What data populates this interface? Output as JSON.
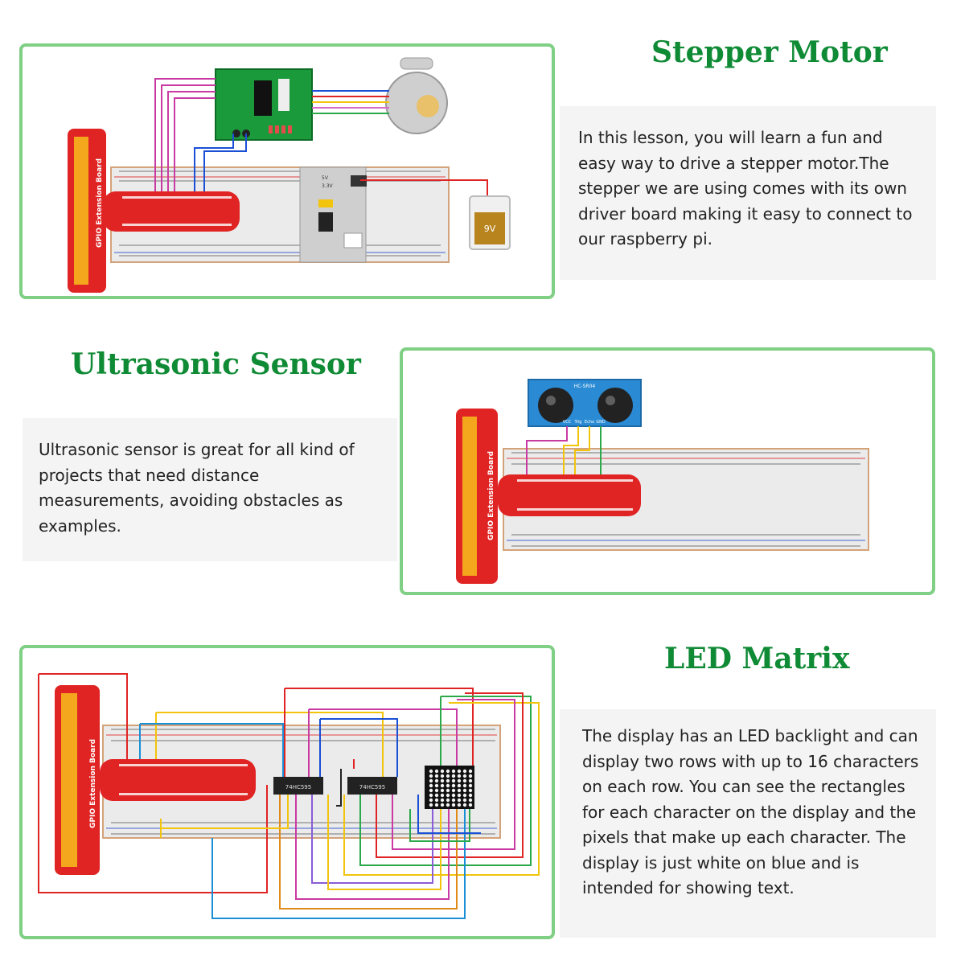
{
  "sections": [
    {
      "id": "stepper",
      "title": "Stepper Motor",
      "description": "In this lesson, you will learn a fun and easy way to drive a stepper motor.The stepper we are using comes with its own driver board making it easy to connect to our raspberry pi.",
      "diagram": {
        "gpio_board_label": "GPIO Extension Board",
        "battery_label": "9V",
        "power_labels": [
          "5V",
          "3.3V"
        ]
      }
    },
    {
      "id": "ultrasonic",
      "title": "Ultrasonic Sensor",
      "description": "Ultrasonic sensor is great for all kind of projects that need distance measurements, avoiding obstacles as examples.",
      "diagram": {
        "gpio_board_label": "GPIO Extension Board",
        "sensor_label": "HC-SR04",
        "pin_labels": [
          "VCC",
          "Trig",
          "Echo",
          "GND"
        ]
      }
    },
    {
      "id": "led-matrix",
      "title": "LED Matrix",
      "description": "The display has an LED backlight and can display two rows with up to 16 characters on each row. You can see the rectangles for each character on the display and the pixels that make up each character. The display is just white on blue and is intended for showing text.",
      "diagram": {
        "gpio_board_label": "GPIO Extension Board",
        "chip_labels": [
          "74HC595",
          "74HC595"
        ]
      }
    }
  ],
  "colors": {
    "heading": "#0f8a35",
    "frame_border": "#7fcf84",
    "panel_background": "#f4f4f4",
    "gpio_board": "#e02424",
    "gpio_inner": "#f4a61d",
    "breadboard": "#ebebeb",
    "driver_board": "#1a9a3a",
    "sensor": "#2a8bd4"
  }
}
